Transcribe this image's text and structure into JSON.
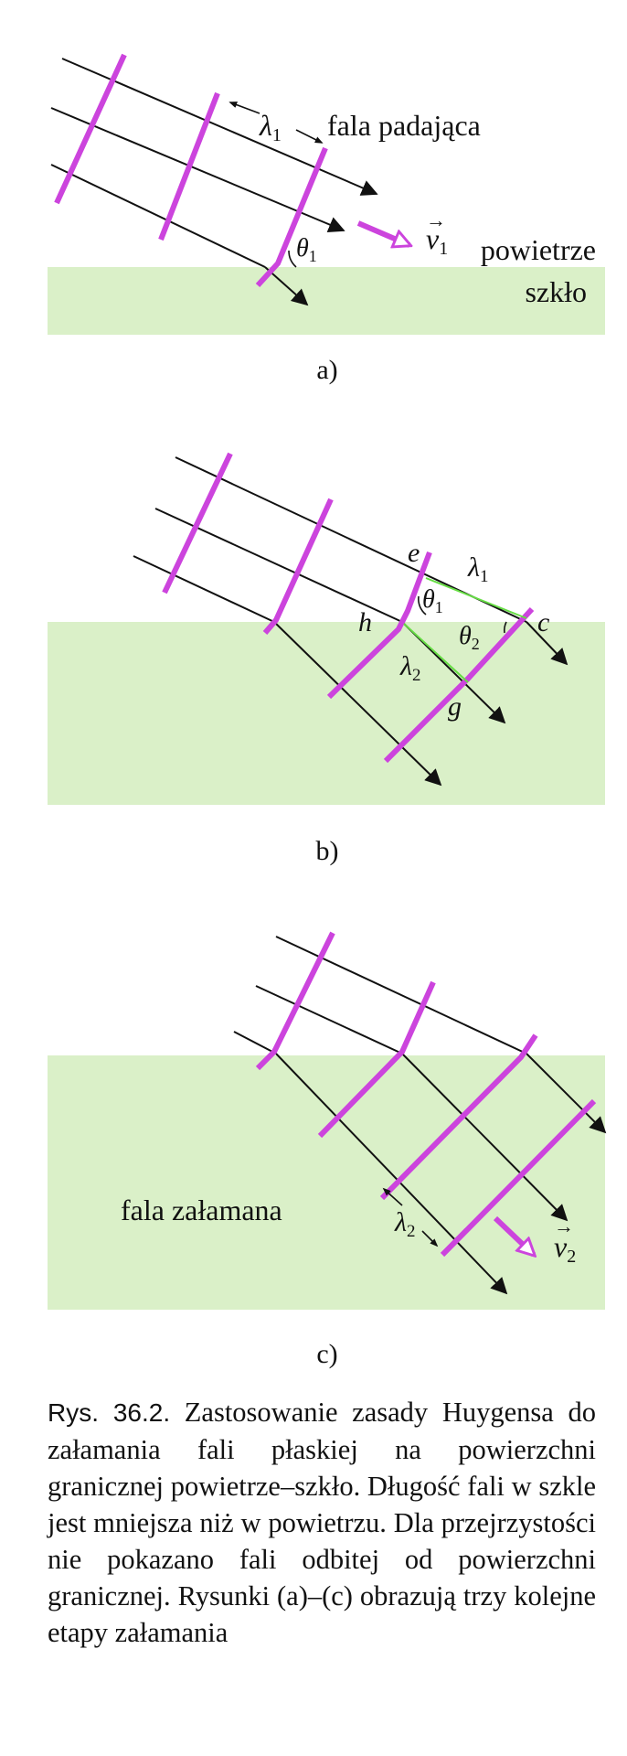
{
  "panels": {
    "a": {
      "label": "a)",
      "lambda": "λ",
      "lambda_sub": "1",
      "wave_text": "fala padająca",
      "theta": "θ",
      "theta_sub": "1",
      "v": "v",
      "v_sub": "1",
      "arrow_vec": "→",
      "medium_top": "powietrze",
      "medium_bottom": "szkło"
    },
    "b": {
      "label": "b)",
      "e": "e",
      "h": "h",
      "c": "c",
      "g": "g",
      "lambda1": "λ",
      "lambda1_sub": "1",
      "lambda2": "λ",
      "lambda2_sub": "2",
      "theta1": "θ",
      "theta1_sub": "1",
      "theta2": "θ",
      "theta2_sub": "2"
    },
    "c": {
      "label": "c)",
      "wave_text": "fala załamana",
      "lambda": "λ",
      "lambda_sub": "2",
      "v": "v",
      "v_sub": "2",
      "arrow_vec": "→"
    }
  },
  "caption": {
    "label": "Rys. 36.2.",
    "text": "Zastosowanie zasady Huygensa do załamania fali płaskiej na powierzchni granicznej powietrze–szkło. Długość fali w szkle jest mniejsza niż w powietrzu. Dla przejrzystości nie pokazano fali odbitej od powierzchni granicznej. Rysunki (a)–(c) obrazują trzy kolejne etapy załamania"
  },
  "colors": {
    "glass": "#daf0c8",
    "wavefront": "#cc44dd",
    "ray": "#111111",
    "construction": "#66dd44"
  }
}
